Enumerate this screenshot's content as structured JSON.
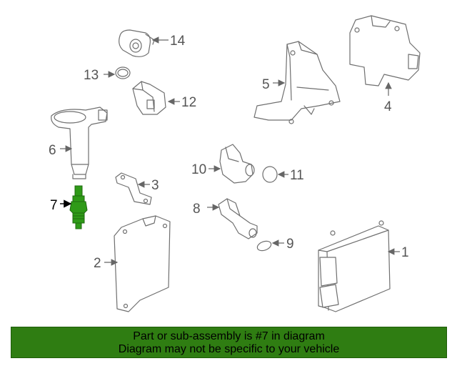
{
  "callouts": [
    {
      "id": "1",
      "label": "1"
    },
    {
      "id": "2",
      "label": "2"
    },
    {
      "id": "3",
      "label": "3"
    },
    {
      "id": "4",
      "label": "4"
    },
    {
      "id": "5",
      "label": "5"
    },
    {
      "id": "6",
      "label": "6"
    },
    {
      "id": "7",
      "label": "7"
    },
    {
      "id": "8",
      "label": "8"
    },
    {
      "id": "9",
      "label": "9"
    },
    {
      "id": "10",
      "label": "10"
    },
    {
      "id": "11",
      "label": "11"
    },
    {
      "id": "12",
      "label": "12"
    },
    {
      "id": "13",
      "label": "13"
    },
    {
      "id": "14",
      "label": "14"
    }
  ],
  "highlight": {
    "part": "7",
    "color": "#2f9a18"
  },
  "banner": {
    "line1": "Part or sub-assembly is #7 in diagram",
    "line2": "Diagram may not be specific to your vehicle",
    "background": "#2f7d12"
  }
}
